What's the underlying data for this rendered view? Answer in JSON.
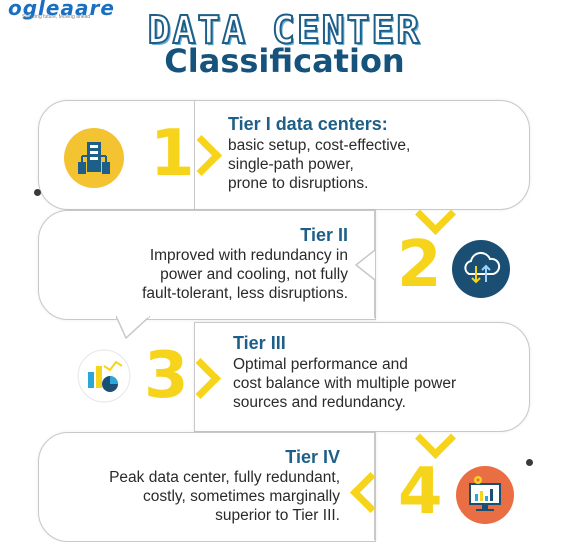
{
  "brand": {
    "name": "ogleaare",
    "tagline": "Securing future, Moving ahead"
  },
  "title": {
    "line1": "DATA CENTER",
    "line2": "Classification"
  },
  "tiers": [
    {
      "number": "1",
      "heading": "Tier I data centers:",
      "body": "basic setup, cost-effective,\nsingle-path power,\nprone to disruptions.",
      "icon": "server-icon"
    },
    {
      "number": "2",
      "heading": "Tier II",
      "body": "Improved with redundancy in\npower and cooling, not fully\nfault-tolerant, less disruptions.",
      "icon": "cloud-transfer-icon"
    },
    {
      "number": "3",
      "heading": "Tier III",
      "body": "Optimal performance and\ncost balance with multiple power\nsources and redundancy.",
      "icon": "analytics-chart-icon"
    },
    {
      "number": "4",
      "heading": "Tier IV",
      "body": "Peak data center, fully redundant,\ncostly, sometimes marginally\nsuperior to Tier III.",
      "icon": "monitor-settings-icon"
    }
  ],
  "colors": {
    "accent": "#f7d41c",
    "heading": "#1d5f88",
    "icon1": "#f3c332",
    "icon2": "#1a4f73",
    "icon4": "#e96e44"
  }
}
